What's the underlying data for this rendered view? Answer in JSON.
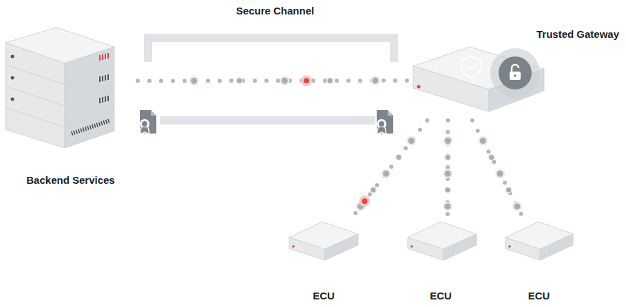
{
  "diagram": {
    "nodes": [
      {
        "text": [
          "Backend Services"
        ]
      },
      {
        "text": [
          "Trusted Gateway"
        ]
      },
      {
        "text": [
          "ECU"
        ]
      },
      {
        "text": [
          "ECU"
        ]
      },
      {
        "text": [
          "ECU"
        ]
      }
    ],
    "edges": [
      {
        "from": 0,
        "to": 1,
        "arrow": "none",
        "label": "Secure Channel"
      },
      {
        "from": 1,
        "to": 2,
        "arrow": "none"
      },
      {
        "from": 1,
        "to": 3,
        "arrow": "none"
      },
      {
        "from": 1,
        "to": 4,
        "arrow": "none"
      }
    ]
  }
}
